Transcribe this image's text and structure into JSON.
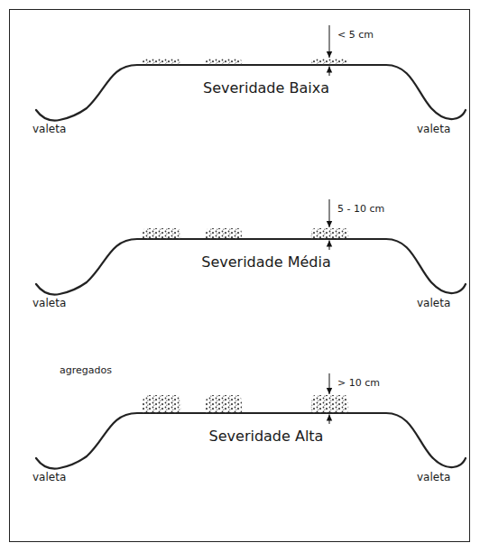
{
  "diagram": {
    "labels": [
      "< 5 cm",
      "Severidade Baixa",
      "valeta",
      "valeta",
      "5 - 10 cm",
      "Severidade Média",
      "valeta",
      "valeta",
      "agregados",
      "> 10 cm",
      "Severidade Alta",
      "valeta",
      "valeta"
    ]
  }
}
